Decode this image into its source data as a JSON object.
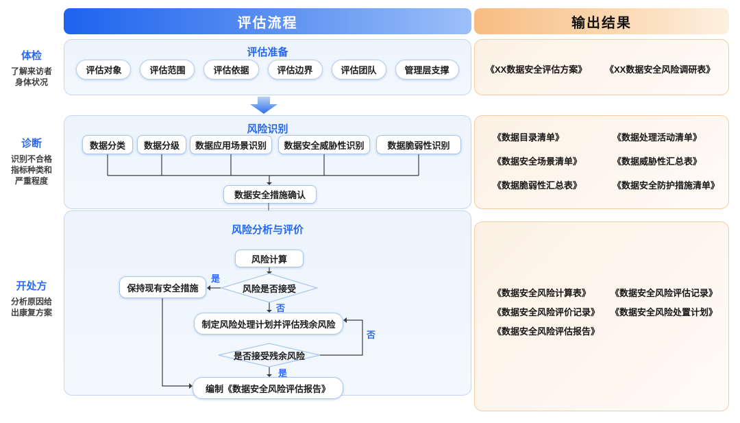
{
  "colors": {
    "accent_blue": "#2b6bf3",
    "header_blue_start": "#1e63ee",
    "header_blue_end": "#9cc0f8",
    "header_orange_start": "#f7bc82",
    "header_orange_end": "#fdf0e0",
    "section_border": "#c3d7f3",
    "output_border": "#f2cda3"
  },
  "left_labels": [
    {
      "title": "体检",
      "desc": [
        "了解来访者",
        "身体状况"
      ]
    },
    {
      "title": "诊断",
      "desc": [
        "识别不合格",
        "指标种类和",
        "严重程度"
      ]
    },
    {
      "title": "开处方",
      "desc": [
        "分析原因给",
        "出康复方案"
      ]
    }
  ],
  "process": {
    "header": "评估流程",
    "stage1": {
      "title": "评估准备",
      "pills": [
        "评估对象",
        "评估范围",
        "评估依据",
        "评估边界",
        "评估团队",
        "管理层支撑"
      ]
    },
    "stage2": {
      "title": "风险识别",
      "items": [
        "数据分类",
        "数据分级",
        "数据应用场景识别",
        "数据安全威胁性识别",
        "数据脆弱性识别"
      ],
      "confirm": "数据安全措施确认"
    },
    "stage3": {
      "title": "风险分析与评价",
      "calc": "风险计算",
      "decision1": "风险是否接受",
      "keep": "保持现有安全措施",
      "plan": "制定风险处理计划并评估残余风险",
      "decision2": "是否接受残余风险",
      "report": "编制《数据安全风险评估报告》",
      "label_yes": "是",
      "label_no": "否"
    }
  },
  "outputs": {
    "header": "输出结果",
    "box1": [
      "《XX数据安全评估方案》",
      "《XX数据安全风险调研表》"
    ],
    "box2": [
      [
        "《数据目录清单》",
        "《数据处理活动清单》"
      ],
      [
        "《数据安全场景清单》",
        "《数据威胁性汇总表》"
      ],
      [
        "《数据脆弱性汇总表》",
        "《数据安全防护措施清单》"
      ]
    ],
    "box3": [
      [
        "《数据安全风险计算表》",
        "《数据安全风险评估记录》"
      ],
      [
        "《数据安全风险评价记录》",
        "《数据安全风险处置计划》"
      ],
      [
        "《数据安全风险评估报告》",
        ""
      ]
    ]
  }
}
